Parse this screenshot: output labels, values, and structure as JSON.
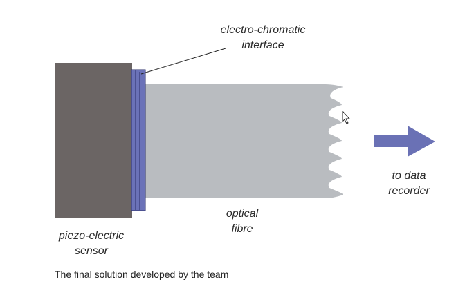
{
  "labels": {
    "interface_line1": "electro-chromatic",
    "interface_line2": "interface",
    "sensor_line1": "piezo-electric",
    "sensor_line2": "sensor",
    "fibre_line1": "optical",
    "fibre_line2": "fibre",
    "recorder_line1": "to data",
    "recorder_line2": "recorder"
  },
  "caption": "The final solution developed by the team",
  "colors": {
    "sensor": "#6b6564",
    "interface": "#6b72b8",
    "fibre": "#b9bcc0",
    "arrow": "#6a71b5"
  },
  "icons": {
    "cursor": "mouse-pointer-icon",
    "arrow": "right-arrow-icon"
  }
}
